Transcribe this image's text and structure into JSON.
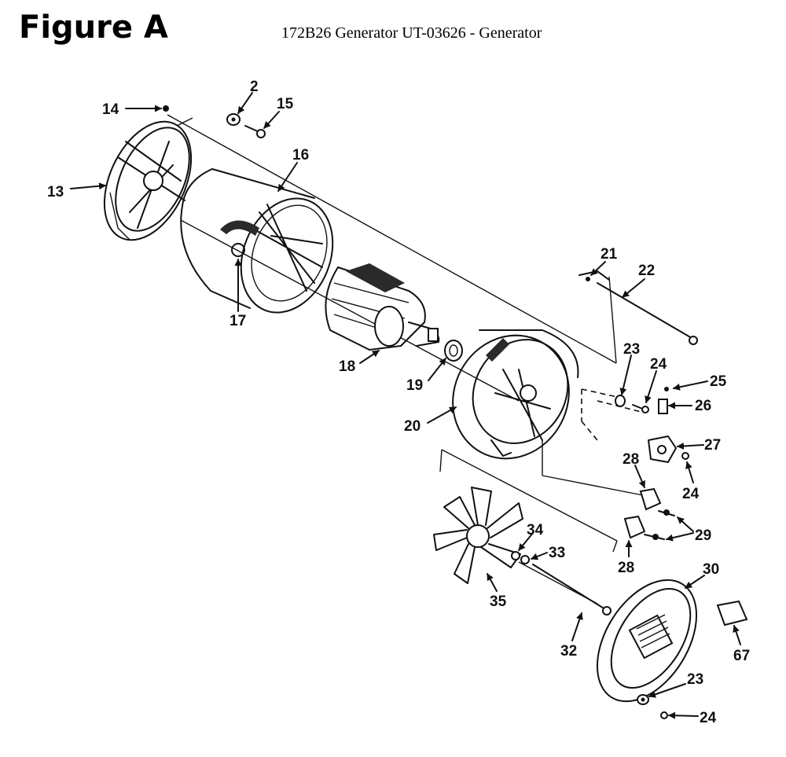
{
  "header": {
    "figure_title": "Figure A",
    "subtitle": "172B26 Generator UT-03626 - Generator"
  },
  "callouts": [
    {
      "id": "c2",
      "label": "2"
    },
    {
      "id": "c13",
      "label": "13"
    },
    {
      "id": "c14",
      "label": "14"
    },
    {
      "id": "c15",
      "label": "15"
    },
    {
      "id": "c16",
      "label": "16"
    },
    {
      "id": "c17",
      "label": "17"
    },
    {
      "id": "c18",
      "label": "18"
    },
    {
      "id": "c19",
      "label": "19"
    },
    {
      "id": "c20",
      "label": "20"
    },
    {
      "id": "c21",
      "label": "21"
    },
    {
      "id": "c22",
      "label": "22"
    },
    {
      "id": "c23a",
      "label": "23"
    },
    {
      "id": "c24a",
      "label": "24"
    },
    {
      "id": "c25",
      "label": "25"
    },
    {
      "id": "c26",
      "label": "26"
    },
    {
      "id": "c27",
      "label": "27"
    },
    {
      "id": "c28a",
      "label": "28"
    },
    {
      "id": "c24b",
      "label": "24"
    },
    {
      "id": "c29",
      "label": "29"
    },
    {
      "id": "c28b",
      "label": "28"
    },
    {
      "id": "c34",
      "label": "34"
    },
    {
      "id": "c33",
      "label": "33"
    },
    {
      "id": "c35",
      "label": "35"
    },
    {
      "id": "c30",
      "label": "30"
    },
    {
      "id": "c32",
      "label": "32"
    },
    {
      "id": "c67",
      "label": "67"
    },
    {
      "id": "c23b",
      "label": "23"
    },
    {
      "id": "c24c",
      "label": "24"
    }
  ]
}
